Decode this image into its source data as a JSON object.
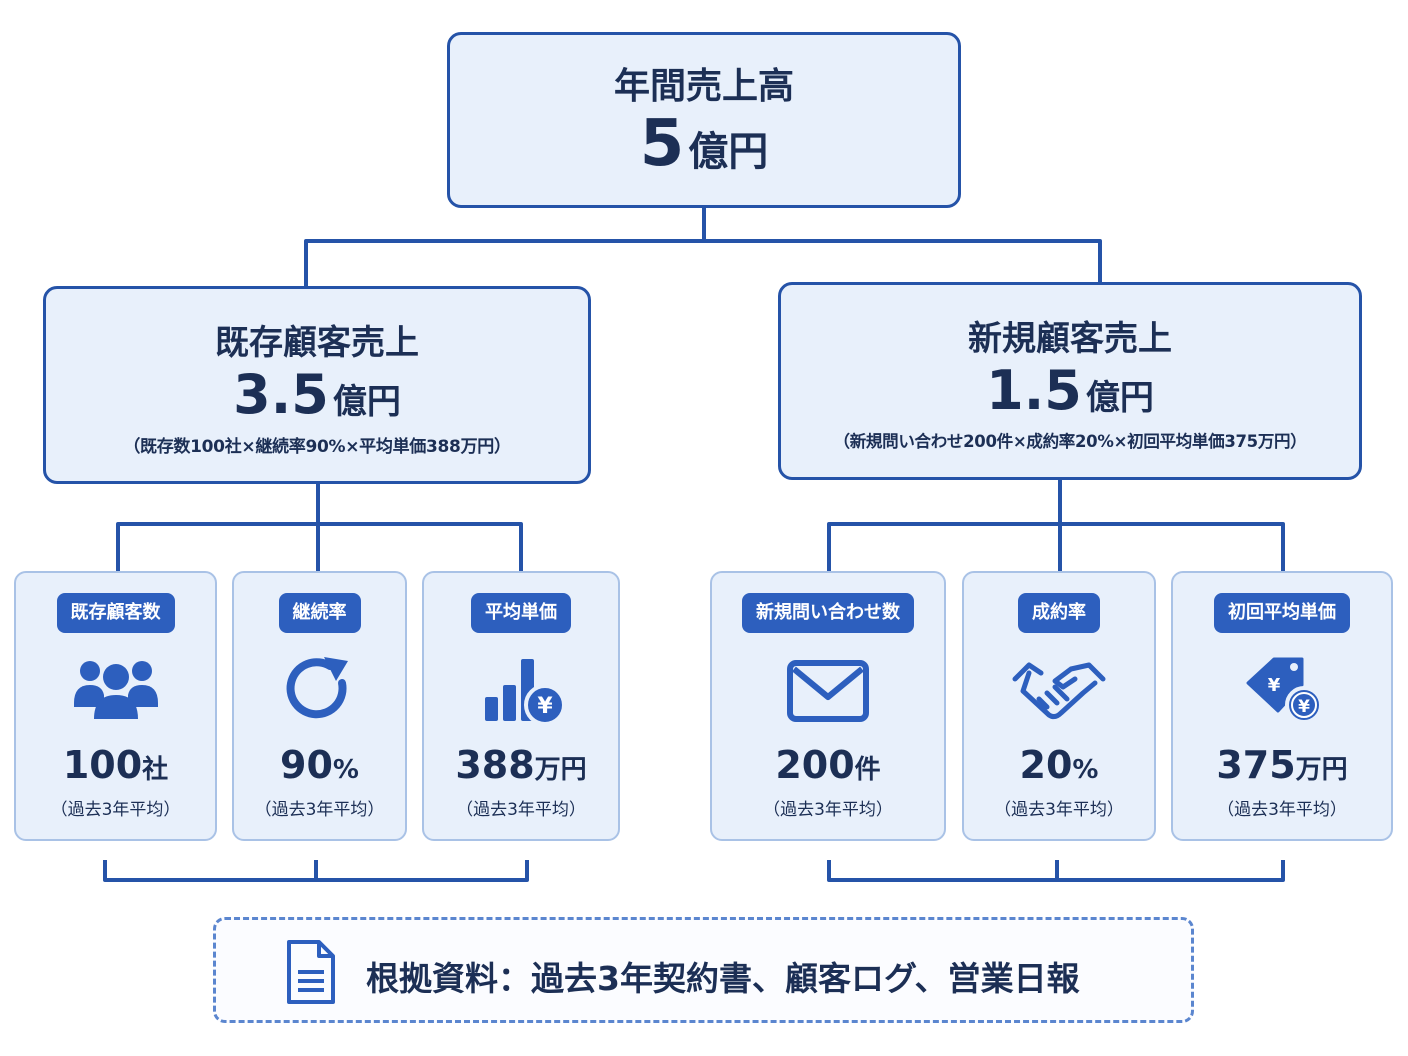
{
  "top": {
    "title": "年間売上高",
    "value": "5",
    "unit": "億円"
  },
  "existing": {
    "title": "既存顧客売上",
    "value": "3.5",
    "unit": "億円",
    "formula": "（既存数100社×継続率90%×平均単価388万円）",
    "cards": [
      {
        "label": "既存顧客数",
        "icon": "people-icon",
        "value": "100",
        "unit": "社",
        "note": "（過去3年平均）"
      },
      {
        "label": "継続率",
        "icon": "refresh-icon",
        "value": "90",
        "unit": "%",
        "note": "（過去3年平均）"
      },
      {
        "label": "平均単価",
        "icon": "bar-chart-yen-icon",
        "value": "388",
        "unit": "万円",
        "note": "（過去3年平均）"
      }
    ]
  },
  "new": {
    "title": "新規顧客売上",
    "value": "1.5",
    "unit": "億円",
    "formula": "（新規問い合わせ200件×成約率20%×初回平均単価375万円）",
    "cards": [
      {
        "label": "新規問い合わせ数",
        "icon": "envelope-icon",
        "value": "200",
        "unit": "件",
        "note": "（過去3年平均）"
      },
      {
        "label": "成約率",
        "icon": "handshake-icon",
        "value": "20",
        "unit": "%",
        "note": "（過去3年平均）"
      },
      {
        "label": "初回平均単価",
        "icon": "yen-tag-icon",
        "value": "375",
        "unit": "万円",
        "note": "（過去3年平均）"
      }
    ]
  },
  "evidence": {
    "icon": "document-icon",
    "text": "根拠資料：過去3年契約書、顧客ログ、営業日報"
  },
  "colors": {
    "primary": "#2553a8",
    "pill": "#2d5fbe",
    "card_bg": "#e8f0fb",
    "card_border": "#a9c2e6",
    "text": "#1c2f55"
  }
}
